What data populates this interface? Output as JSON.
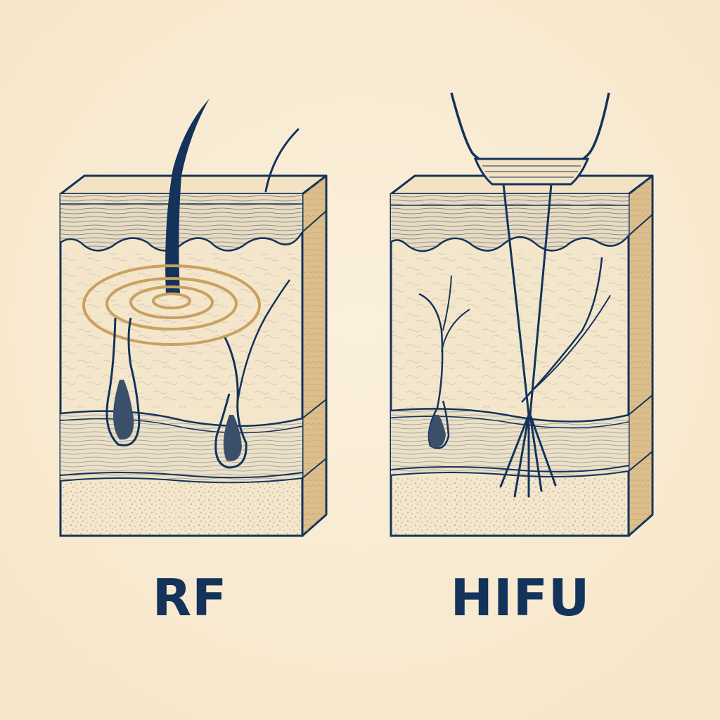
{
  "labels": {
    "left": "RF",
    "right": "HIFU"
  },
  "colors": {
    "background": "#f8ecd6",
    "ink": "#13335a",
    "energy_rings": "#c9a15f",
    "block_face": "#f4e6cb",
    "block_side": "#dcbd8c",
    "fat_layer": "#efe4cc"
  },
  "icons": {
    "left_panel": "skin-cross-section-rf",
    "right_panel": "skin-cross-section-hifu"
  }
}
